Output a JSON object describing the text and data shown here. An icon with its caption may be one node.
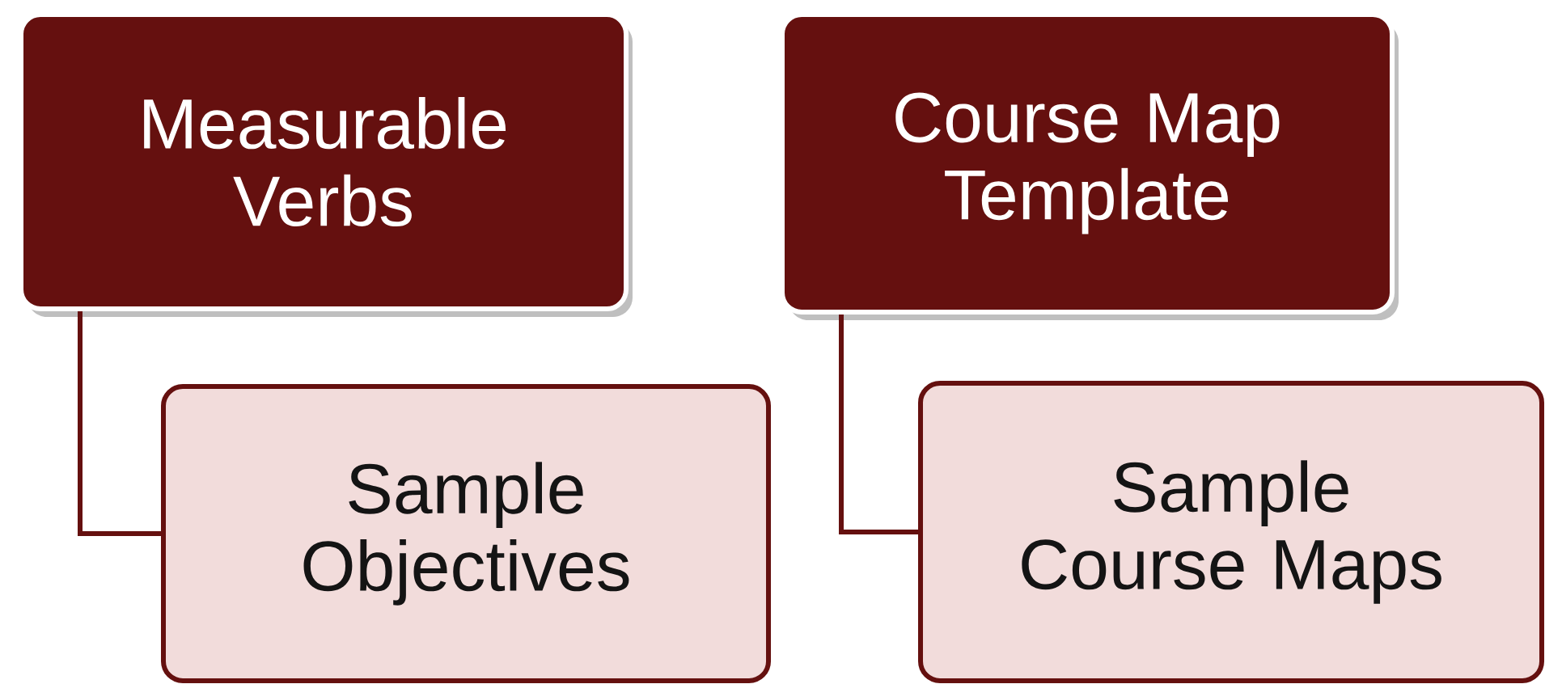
{
  "diagram": {
    "nodes": [
      {
        "text": [
          "Measurable Verbs"
        ]
      },
      {
        "text": [
          "Course Map Template"
        ]
      },
      {
        "text": [
          "Sample Objectives"
        ]
      },
      {
        "text": [
          "Sample Course Maps"
        ]
      }
    ],
    "edges": [
      {
        "from": 0,
        "to": 2,
        "arrow": "none"
      },
      {
        "from": 1,
        "to": 3,
        "arrow": "none"
      }
    ]
  }
}
